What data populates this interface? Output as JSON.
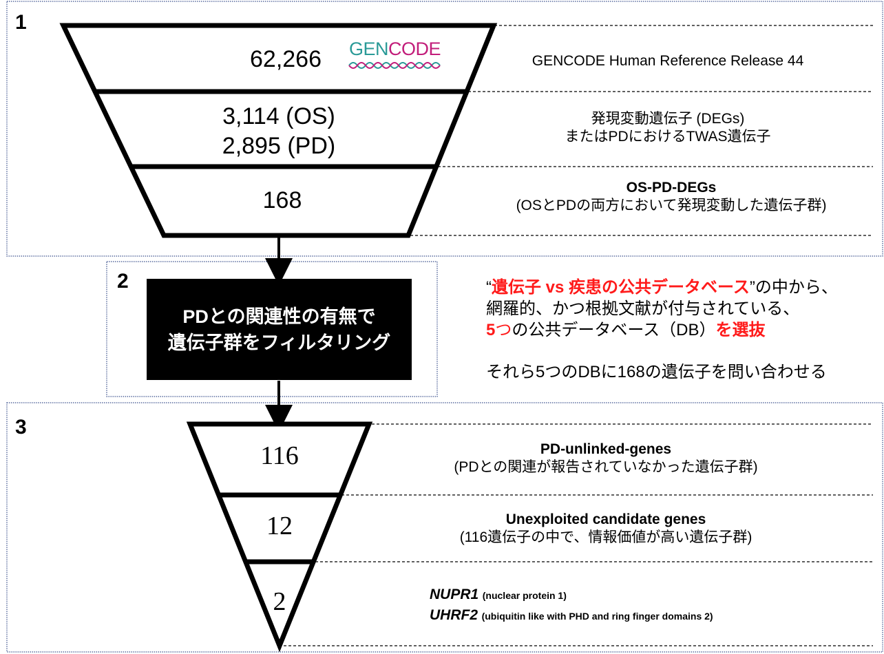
{
  "section1": {
    "number": "1",
    "funnel": [
      {
        "value": "62,266"
      },
      {
        "value_lines": [
          "3,114 (OS)",
          "2,895 (PD)"
        ]
      },
      {
        "value": "168"
      }
    ],
    "logo": {
      "text_part1": "GEN",
      "text_part2": "CODE",
      "colors": {
        "part1": "#2a9a97",
        "part2": "#c21d7a",
        "helix_a": "#2a9a97",
        "helix_b": "#c21d7a"
      }
    },
    "descriptions": [
      {
        "lines": [
          "GENCODE Human Reference Release 44"
        ]
      },
      {
        "lines": [
          "発現変動遺伝子 (DEGs)",
          "またはPDにおけるTWAS遺伝子"
        ]
      },
      {
        "title": "OS-PD-DEGs",
        "lines": [
          "(OSとPDの両方において発現変動した遺伝子群)"
        ]
      }
    ]
  },
  "section2": {
    "number": "2",
    "box_lines": [
      "PDとの関連性の有無で",
      "遺伝子群をフィルタリング"
    ],
    "text": {
      "l1_q_open": "“",
      "l1_red": "遺伝子 vs 疾患の公共データベース",
      "l1_rest": "”の中から、",
      "l2": "網羅的、かつ根拠文献が付与されている、",
      "l3_red_num": "5",
      "l3_red_tsu": "つ",
      "l3_mid": "の公共データベース（DB）",
      "l3_red_end": "を選抜",
      "l4": "それら5つのDBに168の遺伝子を問い合わせる"
    }
  },
  "section3": {
    "number": "3",
    "funnel": [
      {
        "value": "116"
      },
      {
        "value": "12"
      },
      {
        "value": "2"
      }
    ],
    "descriptions": [
      {
        "title": "PD-unlinked-genes",
        "lines": [
          "(PDとの関連が報告されていなかった遺伝子群)"
        ]
      },
      {
        "title": "Unexploited candidate genes",
        "lines": [
          "(116遺伝子の中で、情報価値が高い遺伝子群)"
        ]
      },
      {
        "genes": [
          {
            "symbol": "NUPR1",
            "full_name": "(nuclear protein 1)"
          },
          {
            "symbol": "UHRF2",
            "full_name": "(ubiquitin like with PHD and ring finger domains 2)"
          }
        ]
      }
    ]
  },
  "colors": {
    "box_border": "#3a4f8c",
    "accent_red": "#ff1a1a",
    "filter_bg": "#000000"
  }
}
